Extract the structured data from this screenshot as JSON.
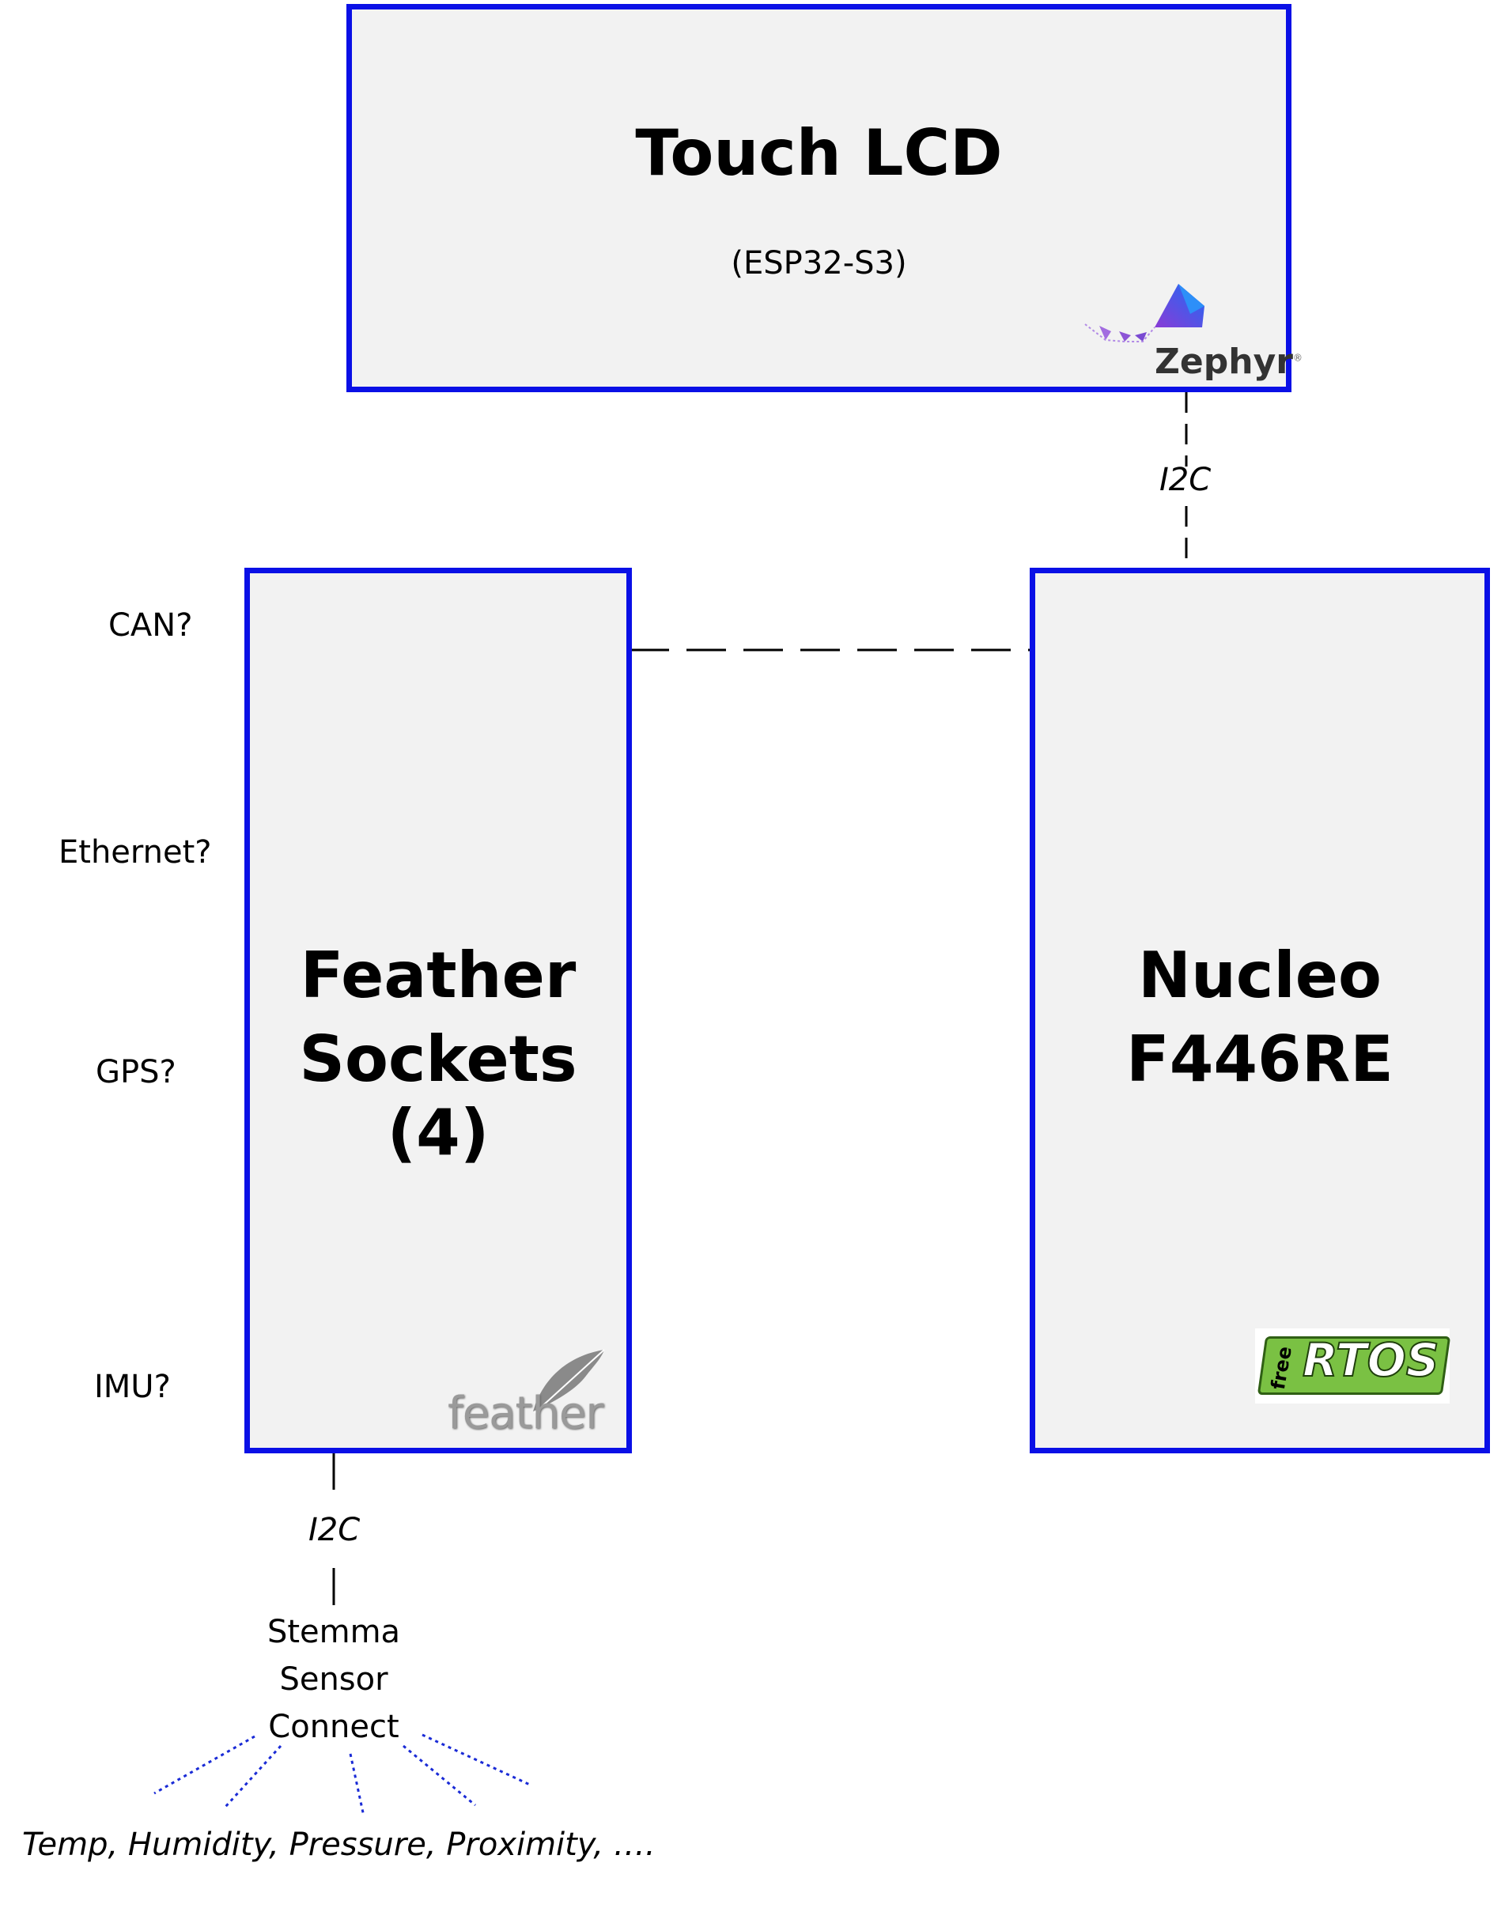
{
  "touch_lcd": {
    "title": "Touch LCD",
    "subtitle": "(ESP32-S3)",
    "logo_text": "Zephyr",
    "logo_mark": "®"
  },
  "feather": {
    "title_line1": "Feather",
    "title_line2": "Sockets (4)",
    "logo_text": "feather"
  },
  "nucleo": {
    "title_line1": "Nucleo",
    "title_line2": "F446RE",
    "logo_free": "free",
    "logo_text": "RTOS"
  },
  "side_labels": {
    "can": "CAN?",
    "ethernet": "Ethernet?",
    "gps": "GPS?",
    "imu": "IMU?"
  },
  "connections": {
    "lcd_nucleo_label": "I2C",
    "feather_stemma_label": "I2C"
  },
  "stemma": {
    "line1": "Stemma",
    "line2": "Sensor",
    "line3": "Connect"
  },
  "sensors_text": "Temp, Humidity, Pressure, Proximity, ….",
  "colors": {
    "box_border": "#0a10e6",
    "box_fill": "#f2f2f2",
    "dotted_lines": "#1a2bd6"
  }
}
